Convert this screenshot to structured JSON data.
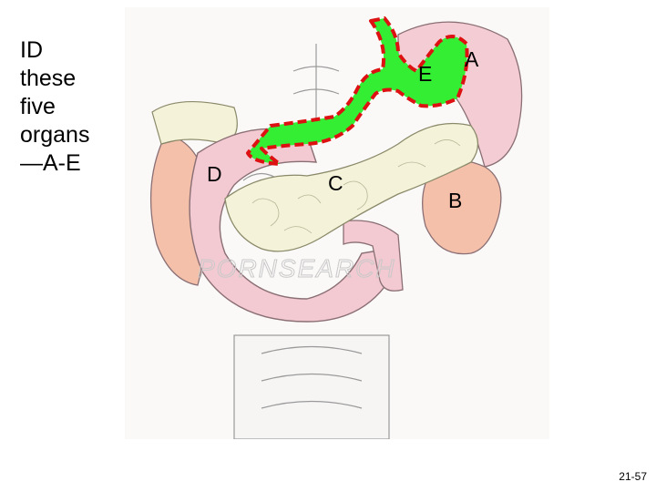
{
  "prompt": {
    "lines": [
      "ID",
      "these",
      "five",
      "organs",
      "—A-E"
    ]
  },
  "figure": {
    "labels": {
      "a": "A",
      "b": "B",
      "c": "C",
      "d": "D",
      "e": "E"
    },
    "watermark": "PORNSEARCH",
    "colors": {
      "highlight": "#33ee33",
      "outline": "#dd1111",
      "organ_pink": "#f4ccd4",
      "organ_peach": "#f4c0aa",
      "pancreas": "#f4f2d8"
    }
  },
  "slide_number": "21-57"
}
